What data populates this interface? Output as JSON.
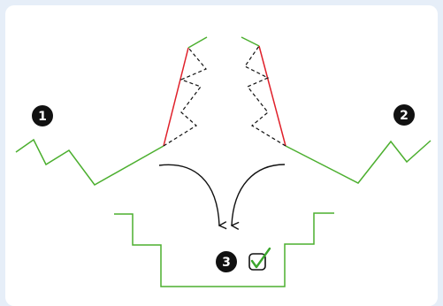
{
  "diagram": {
    "markers": [
      {
        "id": "step-1",
        "label": "1"
      },
      {
        "id": "step-2",
        "label": "2"
      },
      {
        "id": "step-3",
        "label": "3"
      }
    ],
    "colors": {
      "background": "#e6eef8",
      "panel": "#ffffff",
      "profile": "#4caf2f",
      "cut_line": "#e0202a",
      "dashed": "#111111",
      "arrow": "#111111",
      "marker_fill": "#111111",
      "marker_text": "#ffffff",
      "check": "#3aa52c"
    },
    "icons": {
      "check": "check-box-icon",
      "arrow": "curved-arrow-icon"
    }
  }
}
